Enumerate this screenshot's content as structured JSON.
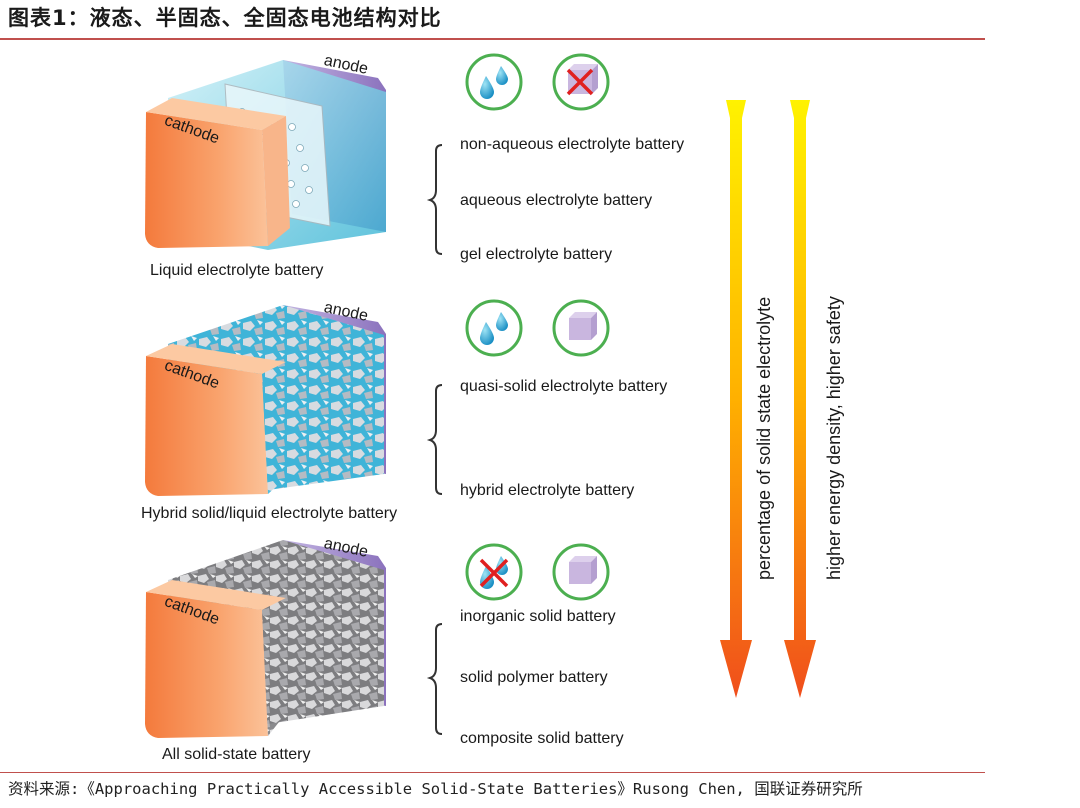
{
  "figure": {
    "title": "图表1：液态、半固态、全固态电池结构对比",
    "source": "资料来源:《Approaching Practically Accessible Solid-State Batteries》Rusong Chen, 国联证券研究所"
  },
  "electrode_labels": {
    "cathode": "cathode",
    "anode": "anode"
  },
  "rows": [
    {
      "caption": "Liquid electrolyte battery",
      "types": [
        "non-aqueous electrolyte battery",
        "aqueous electrolyte battery",
        "gel electrolyte battery"
      ]
    },
    {
      "caption": "Hybrid solid/liquid electrolyte battery",
      "types": [
        "quasi-solid electrolyte battery",
        "hybrid electrolyte battery"
      ]
    },
    {
      "caption": "All solid-state battery",
      "types": [
        "inorganic solid battery",
        "solid polymer battery",
        "composite solid battery"
      ]
    }
  ],
  "arrows": {
    "left_label": "percentage of solid state electrolyte",
    "right_label": "higher energy density, higher safety",
    "gradient_top": "#fff200",
    "gradient_bottom": "#f04e1c"
  },
  "colors": {
    "rule": "#c0504d",
    "icon_ring": "#4caf50",
    "cathode": "#f58a4f",
    "anode": "#9b86c7",
    "liquid": "#41b9d6"
  }
}
